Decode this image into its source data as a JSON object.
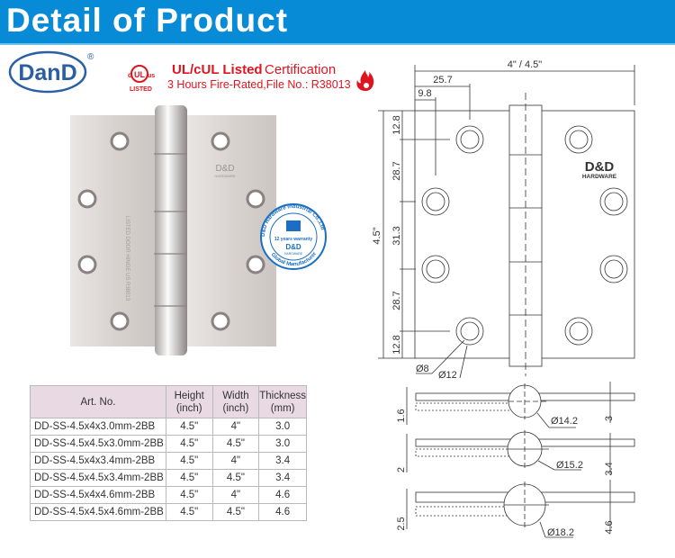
{
  "header": {
    "title": "Detail of Product",
    "color": "#078bd6"
  },
  "brand": {
    "logo_text": "DanD",
    "registered": "®"
  },
  "certification": {
    "ul_mark": {
      "c": "c",
      "ul": "UL",
      "us": "us",
      "listed": "LISTED"
    },
    "title_bold": "UL/cUL Listed",
    "title_rest": "Certification",
    "subtitle": "3 Hours Fire-Rated,File No.: R38013",
    "color": "#e0141e",
    "icon": "flame-icon"
  },
  "product_photo": {
    "leaf_stamp": "D&D",
    "leaf_stamp_sub": "HARDWARE",
    "ul_stamp": "LISTED DOOR HINGE US R38013",
    "badge": {
      "ring_top": "D&D Hardware Industrial Co.,Ltd",
      "ring_bottom": "Global Manufacturer",
      "warranty": "12 years warranty",
      "brand": "D&D",
      "brand_sub": "HARDWARE",
      "color": "#1a6fc4"
    }
  },
  "spec_table": {
    "headers": [
      {
        "l1": "Art. No.",
        "l2": ""
      },
      {
        "l1": "Height",
        "l2": "(inch)"
      },
      {
        "l1": "Width",
        "l2": "(inch)"
      },
      {
        "l1": "Thickness",
        "l2": "(mm)"
      }
    ],
    "rows": [
      [
        "DD-SS-4.5x4x3.0mm-2BB",
        "4.5\"",
        "4\"",
        "3.0"
      ],
      [
        "DD-SS-4.5x4.5x3.0mm-2BB",
        "4.5\"",
        "4.5\"",
        "3.0"
      ],
      [
        "DD-SS-4.5x4x3.4mm-2BB",
        "4.5\"",
        "4\"",
        "3.4"
      ],
      [
        "DD-SS-4.5x4.5x3.4mm-2BB",
        "4.5\"",
        "4.5\"",
        "3.4"
      ],
      [
        "DD-SS-4.5x4x4.6mm-2BB",
        "4.5\"",
        "4\"",
        "4.6"
      ],
      [
        "DD-SS-4.5x4.5x4.6mm-2BB",
        "4.5\"",
        "4.5\"",
        "4.6"
      ]
    ]
  },
  "drawing": {
    "width_label": "4\" / 4.5\"",
    "height_label": "4.5\"",
    "dim_25_7": "25.7",
    "dim_9_8": "9.8",
    "vertical": [
      "12.8",
      "28.7",
      "31.3",
      "28.7",
      "12.8"
    ],
    "hole_inner": "Ø8",
    "hole_outer": "Ø12",
    "logo": "D&D",
    "logo_sub": "HARDWARE",
    "sections": [
      {
        "pin": "Ø14.2",
        "offset": "1.6",
        "thickness": "3"
      },
      {
        "pin": "Ø15.2",
        "offset": "2",
        "thickness": "3.4"
      },
      {
        "pin": "Ø18.2",
        "offset": "2.5",
        "thickness": "4.6"
      }
    ]
  }
}
